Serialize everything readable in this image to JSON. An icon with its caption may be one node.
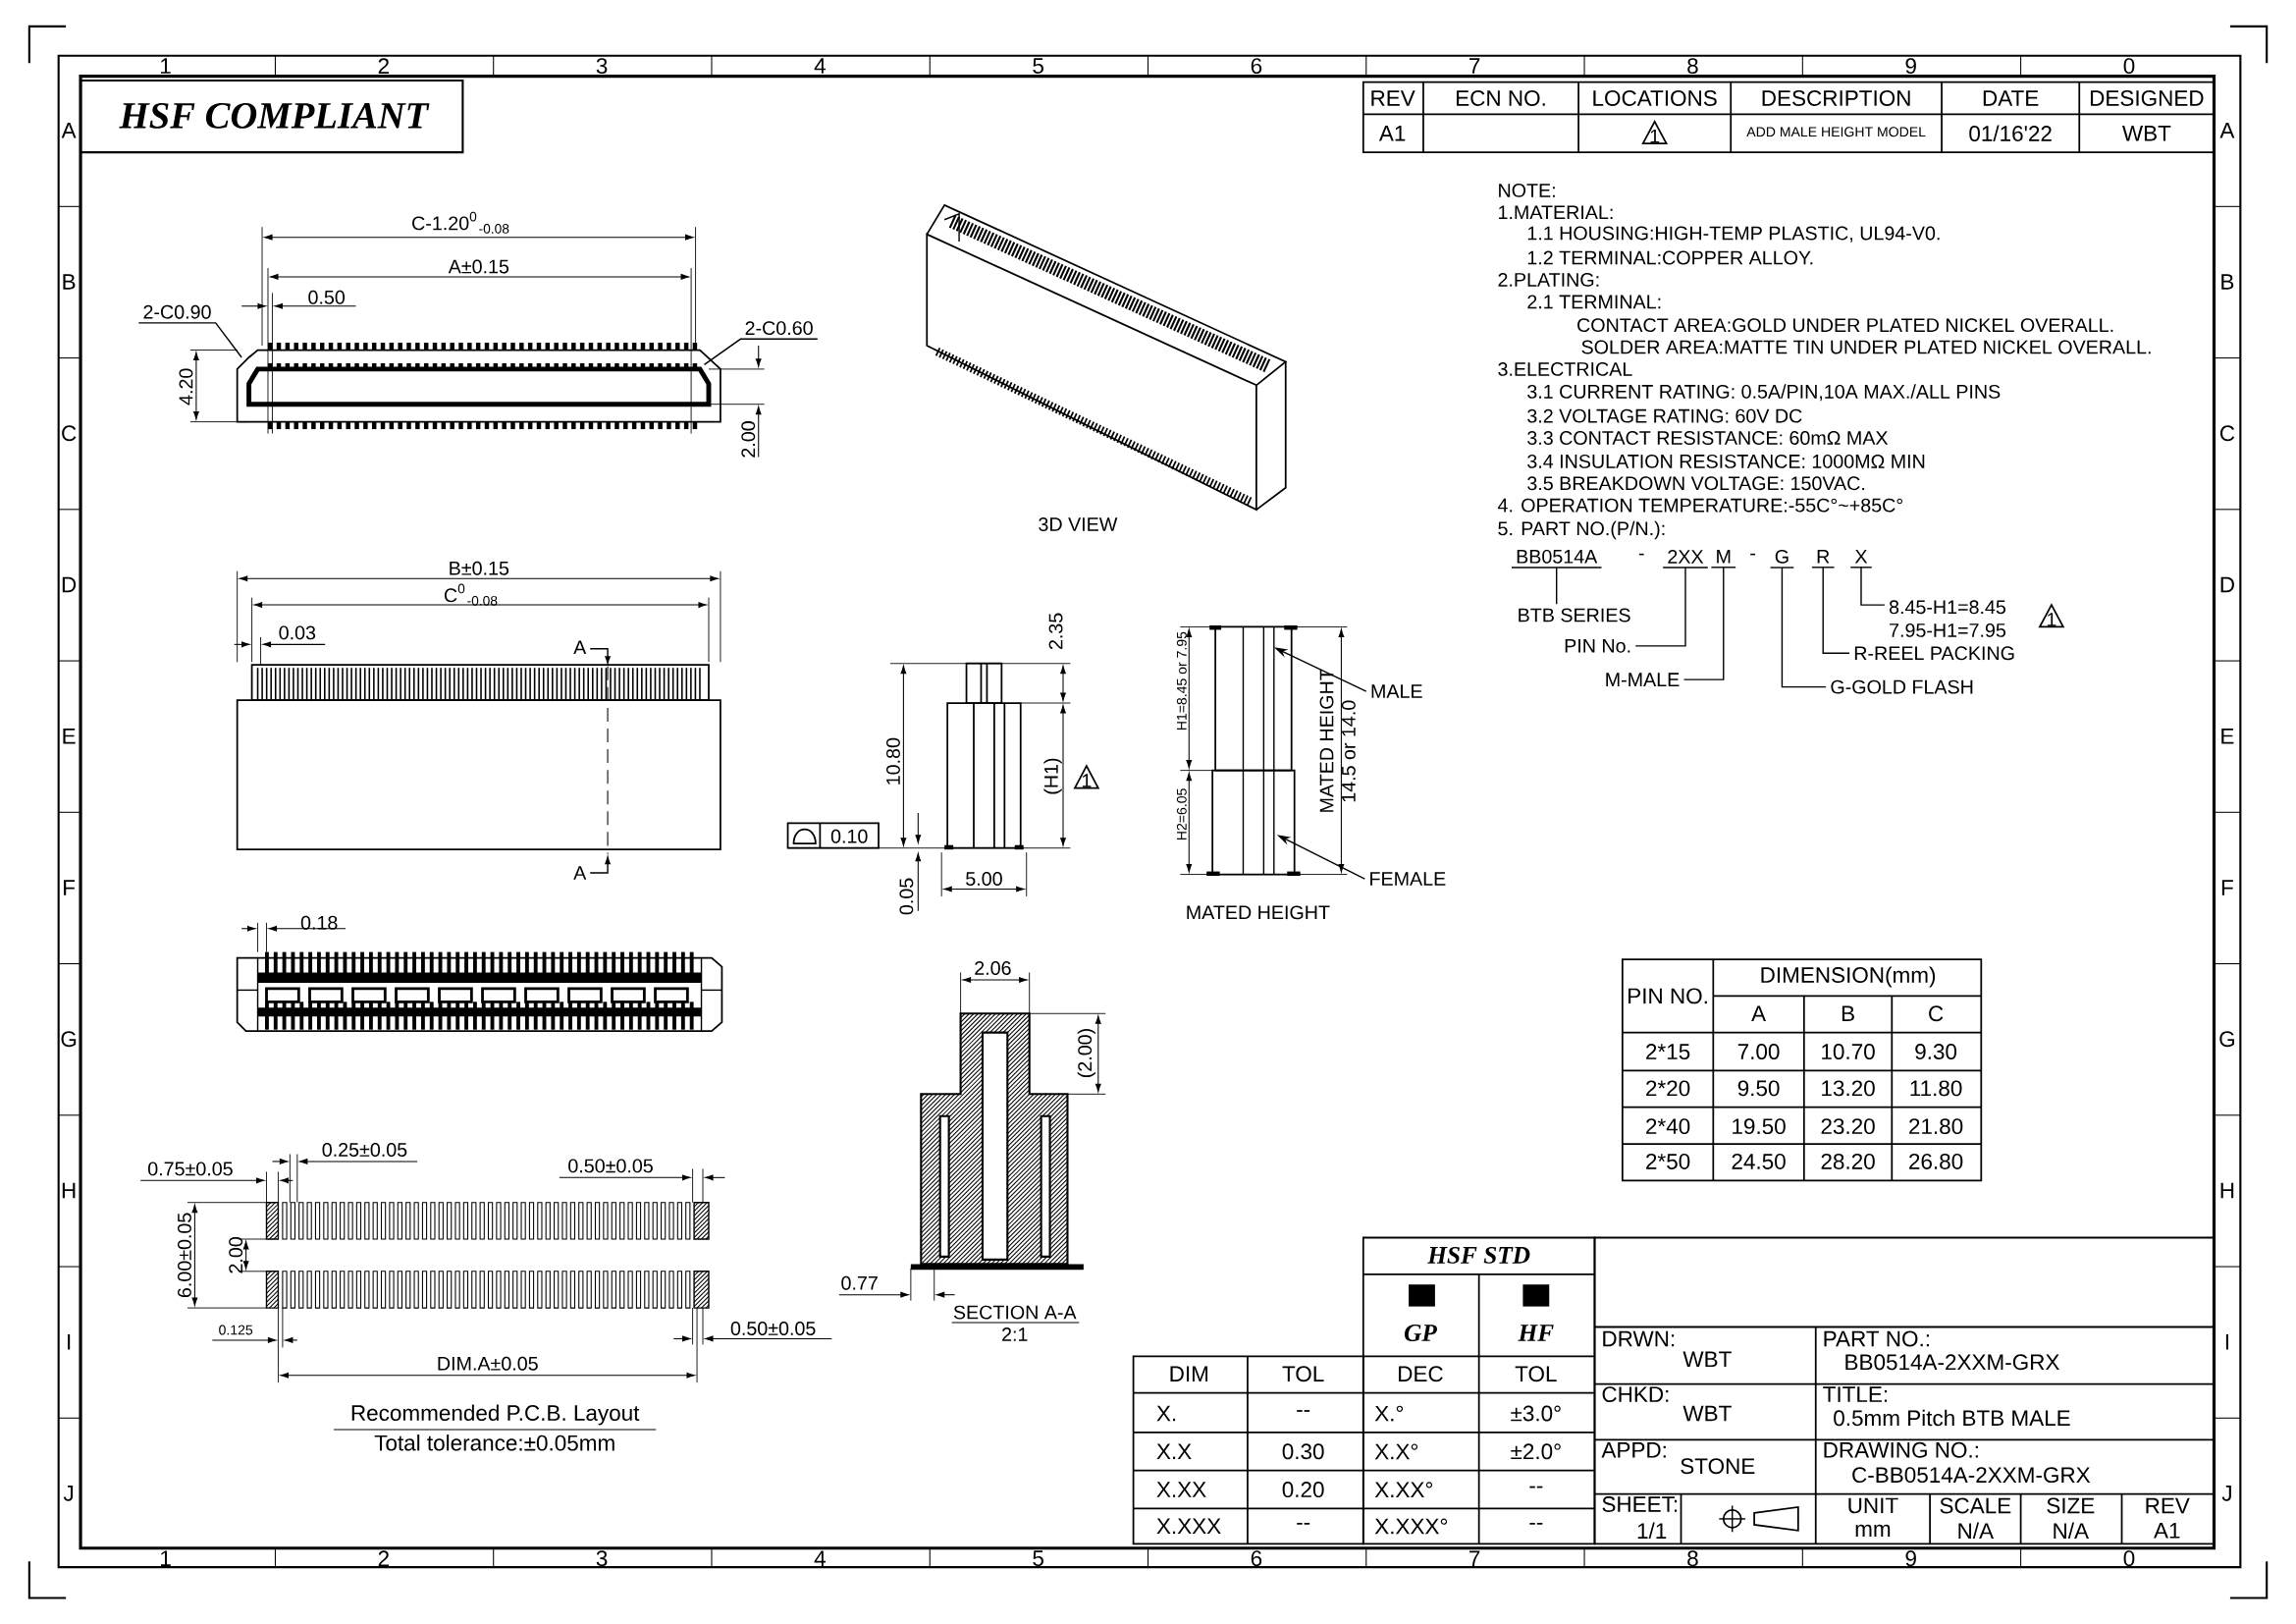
{
  "diagram": {
    "nodes": [
      {
        "text": [
          "HSF COMPLIANT"
        ]
      },
      {
        "text": [
          "BB0514A"
        ]
      },
      {
        "text": [
          "2XX"
        ]
      },
      {
        "text": [
          "M"
        ]
      },
      {
        "text": [
          "G"
        ]
      },
      {
        "text": [
          "R"
        ]
      },
      {
        "text": [
          "X"
        ]
      },
      {
        "text": [
          "BTB SERIES"
        ]
      },
      {
        "text": [
          "PIN No."
        ]
      },
      {
        "text": [
          "M-MALE"
        ]
      },
      {
        "text": [
          "G-GOLD FLASH"
        ]
      },
      {
        "text": [
          "R-REEL PACKING"
        ]
      },
      {
        "text": [
          "8.45-H1=8.45 7.95-H1=7.95"
        ]
      },
      {
        "text": [
          "MALE"
        ]
      },
      {
        "text": [
          "FEMALE"
        ]
      },
      {
        "text": [
          "2-C0.90"
        ]
      },
      {
        "text": [
          "2-C0.60"
        ]
      }
    ],
    "edges": [
      {
        "from": 1,
        "to": 7,
        "arrow": "none"
      },
      {
        "from": 2,
        "to": 8,
        "arrow": "none"
      },
      {
        "from": 3,
        "to": 9,
        "arrow": "none"
      },
      {
        "from": 4,
        "to": 10,
        "arrow": "none"
      },
      {
        "from": 5,
        "to": 11,
        "arrow": "none"
      },
      {
        "from": 6,
        "to": 12,
        "arrow": "none"
      },
      {
        "from": 13,
        "to": null,
        "arrow": "to"
      },
      {
        "from": 14,
        "to": null,
        "arrow": "to"
      },
      {
        "from": 15,
        "to": null,
        "arrow": "none"
      },
      {
        "from": 16,
        "to": null,
        "arrow": "none"
      }
    ],
    "labels": [
      "1",
      "2",
      "3",
      "4",
      "5",
      "6",
      "7",
      "8",
      "9",
      "0",
      "1",
      "2",
      "3",
      "4",
      "5",
      "6",
      "7",
      "8",
      "9",
      "0",
      "A",
      "B",
      "C",
      "D",
      "E",
      "F",
      "G",
      "H",
      "I",
      "J",
      "A",
      "B",
      "C",
      "D",
      "E",
      "F",
      "G",
      "H",
      "I",
      "J",
      "REV",
      "ECN NO.",
      "LOCATIONS",
      "DESCRIPTION",
      "DATE",
      "DESIGNED",
      "A1",
      "1",
      "ADD MALE HEIGHT MODEL",
      "01/16'22",
      "WBT",
      "NOTE:",
      "1.MATERIAL:",
      "1.1 HOUSING:HIGH-TEMP PLASTIC, UL94-V0.",
      "1.2 TERMINAL:COPPER ALLOY.",
      "2.PLATING:",
      "2.1 TERMINAL:",
      "CONTACT AREA:GOLD UNDER PLATED NICKEL OVERALL.",
      "SOLDER AREA:MATTE TIN UNDER PLATED NICKEL OVERALL.",
      "3.ELECTRICAL",
      "3.1 CURRENT RATING: 0.5A/PIN,10A MAX./ALL PINS",
      "3.2 VOLTAGE RATING: 60V DC",
      "3.3 CONTACT RESISTANCE: 60mΩ MAX",
      "3.4 INSULATION RESISTANCE: 1000MΩ MIN",
      "3.5 BREAKDOWN VOLTAGE: 150VAC.",
      "4. OPERATION TEMPERATURE:-55C°~+85C°",
      "5. PART NO.(P/N.):",
      "-",
      "-",
      "1",
      "C-1.20$^{0}$$_{-0.08}$",
      "A±0.15",
      "0.50",
      "4.20",
      "2.00",
      "3D VIEW",
      "B±0.15",
      "C$^{0}$$_{-0.08}$",
      "0.03",
      "A",
      "A",
      "2.35",
      "10.80",
      "(H1)",
      "1",
      "0.10",
      "0.05",
      "5.00",
      "H1=8.45 or 7.95",
      "H2=6.05",
      "MATED HEIGHT",
      "14.5 or 14.0",
      "MATED HEIGHT",
      "0.18",
      "2.06",
      "(2.00)",
      "0.25±0.05",
      "0.75±0.05",
      "0.50±0.05",
      "6.00±0.05",
      "2.00",
      "0.77",
      "SECTION A-A",
      "0.125",
      "0.50±0.05",
      "2:1",
      "DIM.A±0.05",
      "Recommended P.C.B. Layout",
      "Total tolerance:±0.05mm",
      "PIN NO.",
      "DIMENSION(mm)",
      "A",
      "B",
      "C",
      "2*15",
      "7.00",
      "10.70",
      "9.30",
      "2*20",
      "9.50",
      "13.20",
      "11.80",
      "2*40",
      "19.50",
      "23.20",
      "21.80",
      "2*50",
      "24.50",
      "28.20",
      "26.80",
      "HSF STD",
      "GP",
      "HF",
      "DEC",
      "TOL",
      "X.°",
      "±3.0°",
      "X.X°",
      "±2.0°",
      "X.XX°",
      "--",
      "X.XXX°",
      "--",
      "DIM",
      "TOL",
      "X.",
      "--",
      "X.X",
      "0.30",
      "X.XX",
      "0.20",
      "X.XXX",
      "--",
      "DRWN:",
      "WBT",
      "PART NO.:",
      "BB0514A-2XXM-GRX",
      "CHKD:",
      "WBT",
      "TITLE:",
      "0.5mm Pitch BTB MALE",
      "APPD:",
      "STONE",
      "DRAWING NO.:",
      "C-BB0514A-2XXM-GRX",
      "SHEET:",
      "1/1",
      "UNIT",
      "mm",
      "SCALE",
      "N/A",
      "SIZE",
      "N/A",
      "REV",
      "A1"
    ]
  }
}
